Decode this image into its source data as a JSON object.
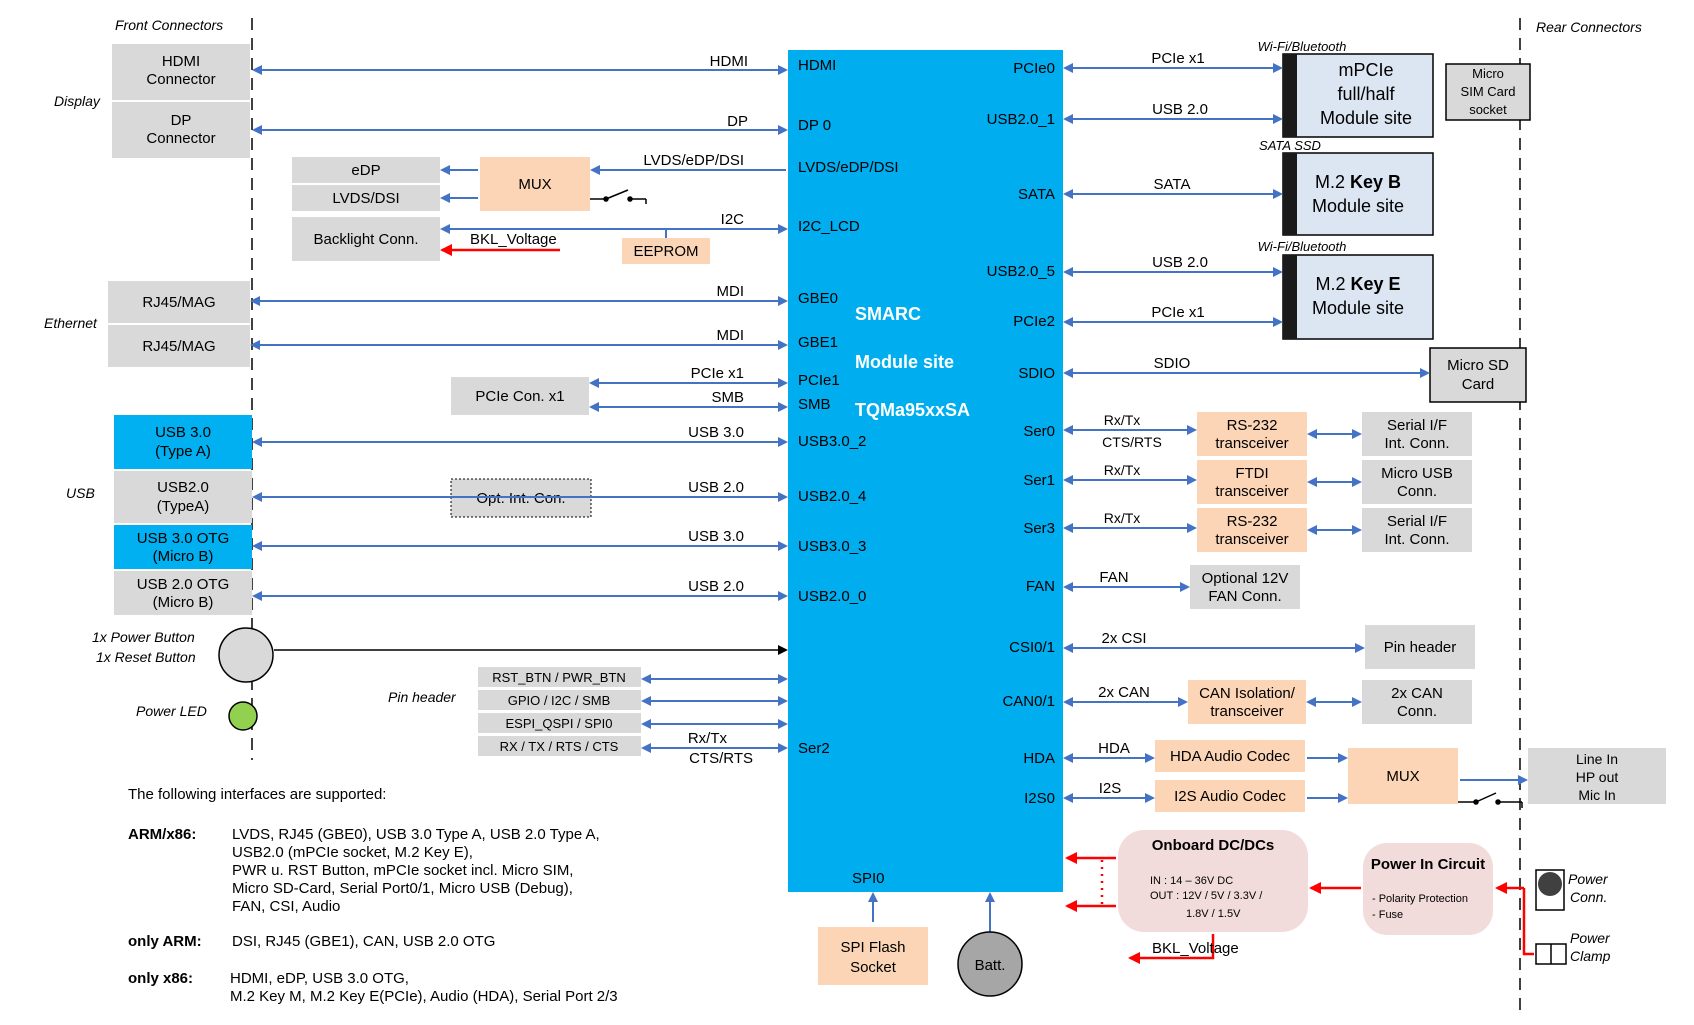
{
  "colors": {
    "module": "#00adef",
    "gray": "#d9d9d9",
    "peach": "#fbd5b5",
    "blue_box": "#dce6f2",
    "pink": "#f2dcdb",
    "arrow_blue": "#4472c4",
    "arrow_red": "#ff0000",
    "usb_cyan": "#00b0f0",
    "led_green": "#92d050"
  },
  "headers": {
    "front": "Front Connectors",
    "rear": "Rear Connectors"
  },
  "groups": {
    "display": "Display",
    "ethernet": "Ethernet",
    "usb": "USB",
    "power_button": "1x Power Button",
    "reset_button": "1x Reset Button",
    "power_led": "Power LED",
    "pin_header": "Pin header"
  },
  "module": {
    "line1": "SMARC",
    "line2": "Module site",
    "line3": "TQMa95xxSA",
    "left_pins": [
      "HDMI",
      "DP 0",
      "LVDS/eDP/DSI",
      "I2C_LCD",
      "GBE0",
      "GBE1",
      "PCIe1",
      "SMB",
      "USB3.0_2",
      "USB2.0_4",
      "USB3.0_3",
      "USB2.0_0",
      "Ser2"
    ],
    "right_pins": [
      "PCIe0",
      "USB2.0_1",
      "SATA",
      "USB2.0_5",
      "PCIe2",
      "SDIO",
      "Ser0",
      "Ser1",
      "Ser3",
      "FAN",
      "CSI0/1",
      "CAN0/1",
      "HDA",
      "I2S0"
    ],
    "spi": "SPI0"
  },
  "left_boxes": {
    "hdmi_a": "HDMI",
    "hdmi_b": "Connector",
    "dp_a": "DP",
    "dp_b": "Connector",
    "edp": "eDP",
    "lvds": "LVDS/DSI",
    "backlight": "Backlight Conn.",
    "mux": "MUX",
    "eeprom": "EEPROM",
    "rj45_1": "RJ45/MAG",
    "rj45_2": "RJ45/MAG",
    "pcie_con": "PCIe Con. x1",
    "usb30a_a": "USB 3.0",
    "usb30a_b": "(Type A)",
    "usb20a_a": "USB2.0",
    "usb20a_b": "(TypeA)",
    "opt_int": "Opt. Int. Con.",
    "usb30otg_a": "USB 3.0 OTG",
    "usb30otg_b": "(Micro B)",
    "usb20otg_a": "USB 2.0 OTG",
    "usb20otg_b": "(Micro B)",
    "pin_rows": [
      "RST_BTN / PWR_BTN",
      "GPIO / I2C / SMB",
      "ESPI_QSPI / SPI0",
      "RX / TX / RTS / CTS"
    ]
  },
  "left_signals": {
    "hdmi": "HDMI",
    "dp": "DP",
    "lvds": "LVDS/eDP/DSI",
    "i2c": "I2C",
    "bkl": "BKL_Voltage",
    "mdi1": "MDI",
    "mdi2": "MDI",
    "pcie": "PCIe x1",
    "smb": "SMB",
    "usb30_1": "USB 3.0",
    "usb20_1": "USB 2.0",
    "usb30_2": "USB 3.0",
    "usb20_2": "USB 2.0",
    "rxtx": "Rx/Tx",
    "ctsrts": "CTS/RTS"
  },
  "right_boxes": {
    "wifi_bt_1": "Wi-Fi/Bluetooth",
    "mpcie_1": "mPCIe",
    "mpcie_2": "full/half",
    "mpcie_3": "Module site",
    "sim_1": "Micro",
    "sim_2": "SIM Card",
    "sim_3": "socket",
    "sata_ssd": "SATA SSD",
    "m2b_pre": "M.2 ",
    "m2b_key": "Key B",
    "m2b_2": "Module site",
    "wifi_bt_2": "Wi-Fi/Bluetooth",
    "m2e_pre": "M.2 ",
    "m2e_key": "Key E",
    "m2e_2": "Module site",
    "sd_1": "Micro SD",
    "sd_2": "Card",
    "rs232_a_1": "RS-232",
    "rs232_a_2": "transceiver",
    "ftdi_1": "FTDI",
    "ftdi_2": "transceiver",
    "rs232_b_1": "RS-232",
    "rs232_b_2": "transceiver",
    "serial_a_1": "Serial I/F",
    "serial_a_2": "Int. Conn.",
    "microusb_1": "Micro USB",
    "microusb_2": "Conn.",
    "serial_b_1": "Serial I/F",
    "serial_b_2": "Int. Conn.",
    "fan_1": "Optional 12V",
    "fan_2": "FAN Conn.",
    "pin_header": "Pin header",
    "can_iso_1": "CAN Isolation/",
    "can_iso_2": "transceiver",
    "can_conn_1": "2x CAN",
    "can_conn_2": "Conn.",
    "hda_codec": "HDA Audio Codec",
    "i2s_codec": "I2S Audio Codec",
    "mux": "MUX",
    "audio_1": "Line In",
    "audio_2": "HP out",
    "audio_3": "Mic In"
  },
  "right_signals": {
    "pcie0": "PCIe x1",
    "usb20_1": "USB 2.0",
    "sata": "SATA",
    "usb20_5": "USB 2.0",
    "pcie2": "PCIe x1",
    "sdio": "SDIO",
    "ser0_a": "Rx/Tx",
    "ser0_b": "CTS/RTS",
    "ser1": "Rx/Tx",
    "ser3": "Rx/Tx",
    "fan": "FAN",
    "csi": "2x CSI",
    "can": "2x CAN",
    "hda": "HDA",
    "i2s": "I2S"
  },
  "power": {
    "dcdc_title": "Onboard DC/DCs",
    "dcdc_in": "IN    : 14 – 36V DC",
    "dcdc_out": "OUT : 12V / 5V / 3.3V /",
    "dcdc_out2": "1.8V / 1.5V",
    "bkl": "BKL_Voltage",
    "pic_title": "Power In Circuit",
    "pic_1": "- Polarity Protection",
    "pic_2": "- Fuse",
    "power_conn_1": "Power",
    "power_conn_2": "Conn.",
    "power_clamp_1": "Power",
    "power_clamp_2": "Clamp",
    "spi_flash_1": "SPI Flash",
    "spi_flash_2": "Socket",
    "batt": "Batt."
  },
  "notes": {
    "intro": "The following interfaces are supported:",
    "arm_x86_label": "ARM/x86:",
    "arm_x86_lines": [
      "LVDS, RJ45 (GBE0), USB 3.0 Type A, USB 2.0 Type A,",
      "USB2.0 (mPCIe socket, M.2 Key E),",
      "PWR u. RST Button, mPCIe socket incl. Micro SIM,",
      "Micro SD-Card, Serial Port0/1, Micro USB (Debug),",
      "FAN, CSI, Audio"
    ],
    "arm_label": "only  ARM:",
    "arm_line": "DSI,  RJ45 (GBE1), CAN, USB 2.0 OTG",
    "x86_label": "only x86:",
    "x86_lines": [
      "HDMI, eDP, USB 3.0 OTG,",
      "M.2 Key M, M.2 Key E(PCIe), Audio (HDA), Serial Port 2/3"
    ]
  }
}
